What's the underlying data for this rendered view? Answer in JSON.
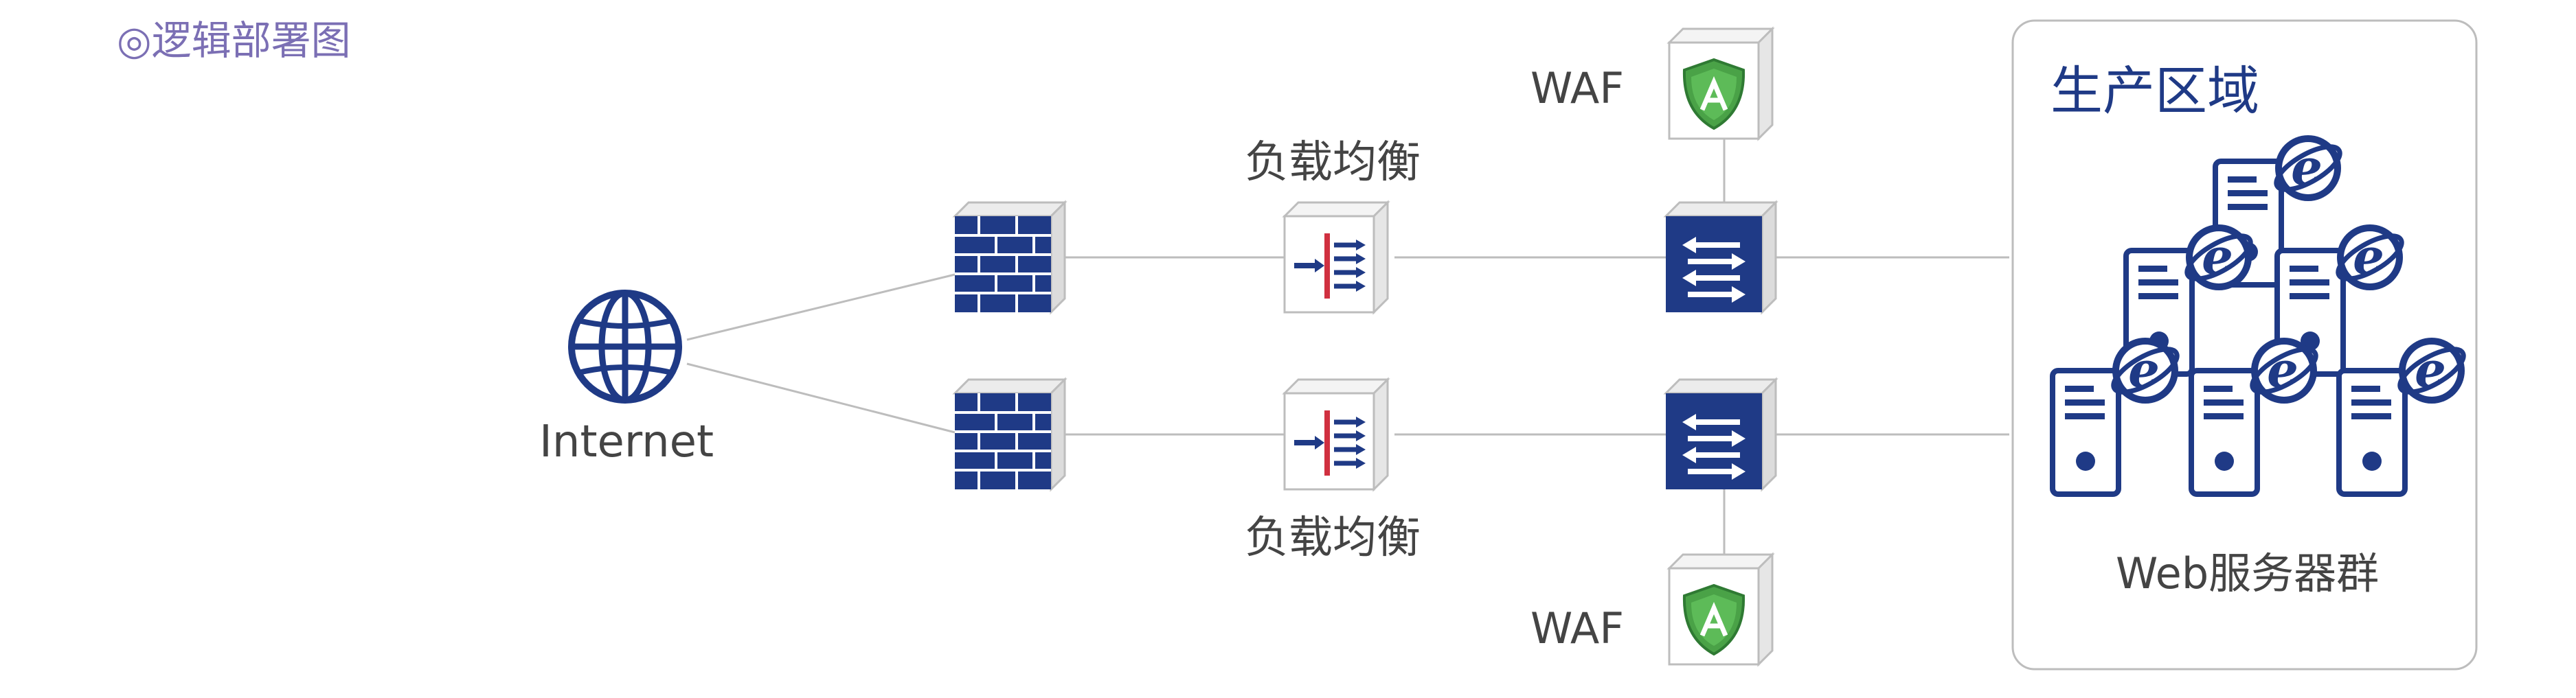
{
  "title": "◎逻辑部署图",
  "internet": {
    "label": "Internet",
    "icon": "globe-icon"
  },
  "firewalls": [
    {
      "icon": "firewall-brick-icon"
    },
    {
      "icon": "firewall-brick-icon"
    }
  ],
  "load_balancers": [
    {
      "label": "负载均衡",
      "icon": "load-balancer-icon"
    },
    {
      "label": "负载均衡",
      "icon": "load-balancer-icon"
    }
  ],
  "switches": [
    {
      "icon": "switch-arrows-icon"
    },
    {
      "icon": "switch-arrows-icon"
    }
  ],
  "wafs": [
    {
      "label": "WAF",
      "icon": "shield-icon"
    },
    {
      "label": "WAF",
      "icon": "shield-icon"
    }
  ],
  "zone": {
    "title": "生产区域",
    "servers_label": "Web服务器群",
    "server_icon": "server-ie-icon"
  },
  "colors": {
    "navy": "#1f3a86",
    "title_purple": "#7b6fb4",
    "line_gray": "#bdbdbd",
    "lb_red": "#d03040",
    "waf_green": "#4aa247"
  }
}
